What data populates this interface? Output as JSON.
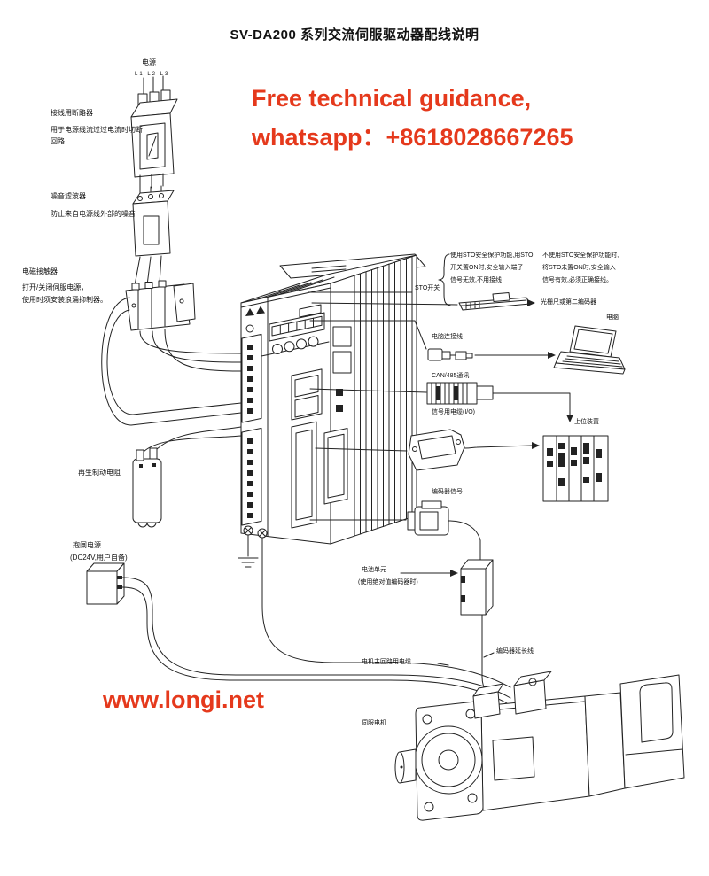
{
  "title": "SV-DA200 系列交流伺服驱动器配线说明",
  "watermark": {
    "line1": "Free technical guidance,",
    "line2": "whatsapp：+8618028667265",
    "url": "www.longi.net",
    "color": "#e5391c"
  },
  "labels": {
    "power": "电源",
    "phases": "L1 L2 L3",
    "breaker_title": "接线用断路器",
    "breaker_desc1": "用于电源线流过过电流时切断",
    "breaker_desc2": "回路",
    "filter_title": "噪音滤波器",
    "filter_desc": "防止来自电源线外部的噪音",
    "contactor_title": "电磁接触器",
    "contactor_desc1": "打开/关闭伺服电源，",
    "contactor_desc2": "使用时须安装浪涌抑制器。",
    "regen_resistor": "再生制动电阻",
    "brake_power_title": "抱闸电源",
    "brake_power_desc": "(DC24V,用户自备)",
    "sto_use_1": "使用STO安全保护功能,用STO",
    "sto_use_2": "开关置ON时,安全输入端子",
    "sto_use_3": "信号无效,不用接线",
    "sto_nouse_1": "不使用STO安全保护功能时,",
    "sto_nouse_2": "将STO未置ON时,安全输入",
    "sto_nouse_3": "信号有效,必须正确接线。",
    "sto_switch": "STO开关",
    "linear_scale": "光栅尺或第二编码器",
    "pc_cable": "电脑连接线",
    "pc": "电脑",
    "can_comm": "CAN/485通讯",
    "io_cable": "信号用电缆(I/O)",
    "host_device": "上位装置",
    "encoder_signal": "编码器信号",
    "battery_title": "电池单元",
    "battery_desc": "(使用绝对值编码器时)",
    "encoder_ext": "编码器延长线",
    "motor_cable": "电机主回路用电缆",
    "servo_motor": "伺服电机"
  }
}
